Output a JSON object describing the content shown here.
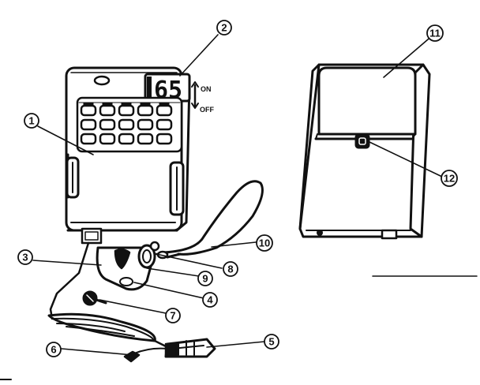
{
  "display": {
    "reading": "65"
  },
  "switch": {
    "on_label": "ON",
    "off_label": "OFF"
  },
  "callouts": [
    {
      "id": "1",
      "label": "1"
    },
    {
      "id": "2",
      "label": "2"
    },
    {
      "id": "3",
      "label": "3"
    },
    {
      "id": "4",
      "label": "4"
    },
    {
      "id": "5",
      "label": "5"
    },
    {
      "id": "6",
      "label": "6"
    },
    {
      "id": "7",
      "label": "7"
    },
    {
      "id": "8",
      "label": "8"
    },
    {
      "id": "9",
      "label": "9"
    },
    {
      "id": "10",
      "label": "10"
    },
    {
      "id": "11",
      "label": "11"
    },
    {
      "id": "12",
      "label": "12"
    }
  ]
}
